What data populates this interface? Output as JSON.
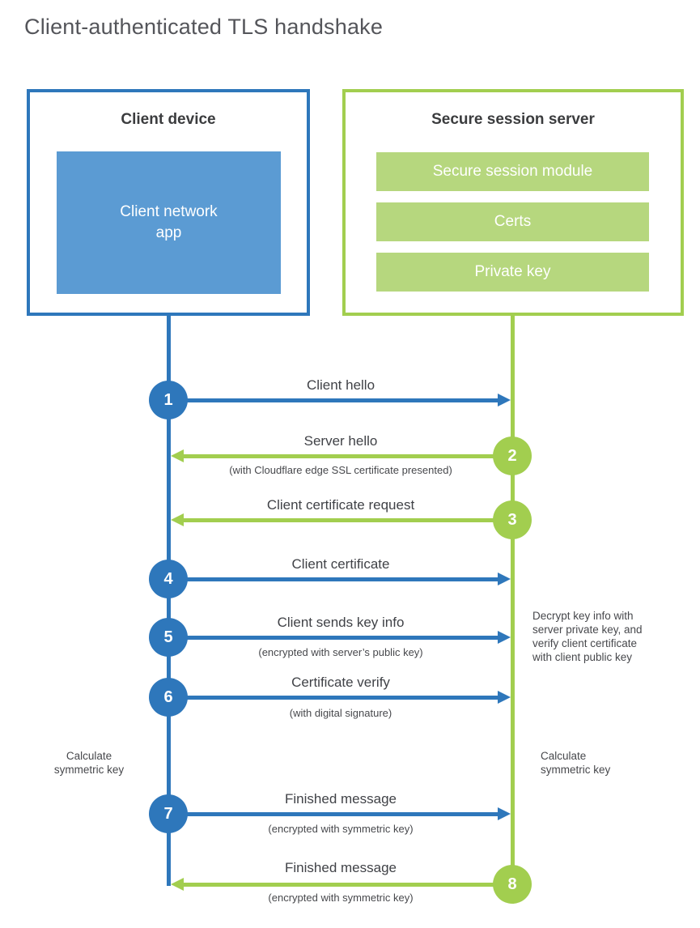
{
  "title": "Client-authenticated TLS handshake",
  "colors": {
    "blue": "#2e77bb",
    "blue_light": "#5b9bd3",
    "green": "#a2ce4f",
    "green_light": "#b6d77e"
  },
  "client_box": {
    "title": "Client device",
    "app_label": "Client network\napp"
  },
  "server_box": {
    "title": "Secure session server",
    "modules": [
      "Secure session module",
      "Certs",
      "Private key"
    ]
  },
  "steps": [
    {
      "num": "1",
      "label": "Client hello",
      "sub": "",
      "direction": "right",
      "actor": "client"
    },
    {
      "num": "2",
      "label": "Server hello",
      "sub": "(with Cloudflare edge SSL certificate presented)",
      "direction": "left",
      "actor": "server"
    },
    {
      "num": "3",
      "label": "Client certificate request",
      "sub": "",
      "direction": "left",
      "actor": "server"
    },
    {
      "num": "4",
      "label": "Client certificate",
      "sub": "",
      "direction": "right",
      "actor": "client"
    },
    {
      "num": "5",
      "label": "Client sends key info",
      "sub": "(encrypted with server’s public key)",
      "direction": "right",
      "actor": "client"
    },
    {
      "num": "6",
      "label": "Certificate verify",
      "sub": "(with digital signature)",
      "direction": "right",
      "actor": "client"
    },
    {
      "num": "7",
      "label": "Finished message",
      "sub": "(encrypted with symmetric key)",
      "direction": "right",
      "actor": "client"
    },
    {
      "num": "8",
      "label": "Finished message",
      "sub": "(encrypted with symmetric key)",
      "direction": "left",
      "actor": "server"
    }
  ],
  "notes": {
    "decrypt": "Decrypt key info with\nserver private key, and\nverify client certificate\nwith client public key",
    "calc_left": "Calculate\nsymmetric key",
    "calc_right": "Calculate\nsymmetric key"
  }
}
